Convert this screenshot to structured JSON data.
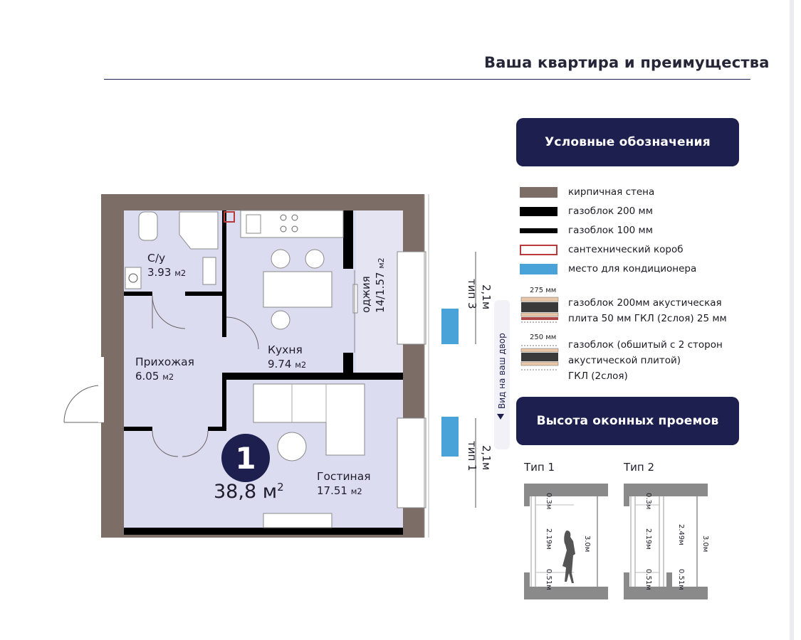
{
  "header": {
    "title": "Ваша квартира и преимущества"
  },
  "legend": {
    "heading": "Условные обозначения",
    "items": [
      {
        "label": "кирпичная стена",
        "color": "#7d6d67"
      },
      {
        "label": "газоблок 200 мм",
        "color": "#000000"
      },
      {
        "label": "газоблок 100 мм",
        "color": "#000000"
      },
      {
        "label": "сантехнический короб",
        "color": "#b83a3a"
      },
      {
        "label": "место для кондиционера",
        "color": "#4aa3d8"
      }
    ],
    "wall_types": [
      {
        "size": "275 мм",
        "line1": "газоблок 200мм акустическая",
        "line2": "плита 50 мм ГКЛ (2слоя) 25 мм"
      },
      {
        "size": "250 мм",
        "line1": "газоблок (обшитый с 2 сторон",
        "line2": "акустической плитой)",
        "line3": "ГКЛ (2слоя)"
      }
    ]
  },
  "windows": {
    "heading": "Высота оконных проемов",
    "types": [
      {
        "label": "Тип 1",
        "top": "0.3м",
        "mid": "2.19м",
        "bottom": "0.51м",
        "total": "3.0м"
      },
      {
        "label": "Тип 2",
        "top": "0.3м",
        "mid": "2.19м",
        "bottom": "0.51м",
        "inner": "2.49м",
        "total": "3.0м"
      }
    ]
  },
  "plan": {
    "rooms": [
      {
        "name": "С/у",
        "area": "3.93",
        "unit": "м2"
      },
      {
        "name": "Кухня",
        "area": "9.74",
        "unit": "м2"
      },
      {
        "name": "Прихожая",
        "area": "6.05",
        "unit": "м2"
      },
      {
        "name": "Гостиная",
        "area": "17.51",
        "unit": "м2"
      },
      {
        "name": "оджия",
        "area": "14/1.57",
        "unit": "м2"
      }
    ],
    "apartment_number": "1",
    "total_area": "38,8 м",
    "total_area_sup": "2",
    "window_dim_1": "2,1м",
    "window_type_1": "тип 3",
    "window_dim_2": "2,1м",
    "window_type_2": "тип 1",
    "view_label": "Вид на ваш двор"
  },
  "colors": {
    "accent": "#1d1f4e",
    "floor": "#dcdcf0",
    "brick": "#7d6d67"
  }
}
